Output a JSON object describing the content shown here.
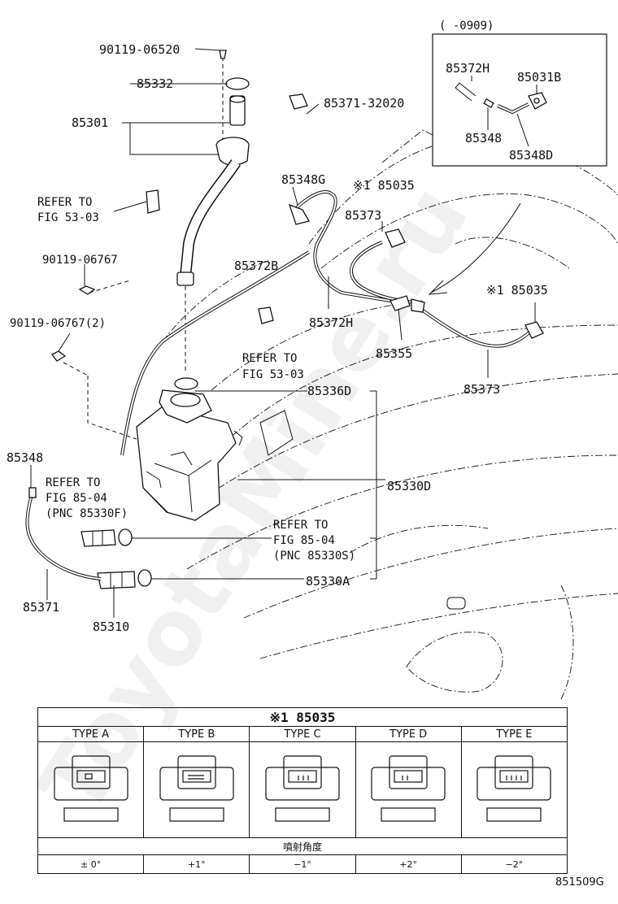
{
  "inset": {
    "date_range": "(      -0909)",
    "labels": [
      "85372H",
      "85031B",
      "85348",
      "85348D"
    ]
  },
  "callouts": {
    "screw_top": "90119-06520",
    "cap": "85332",
    "inlet": "85301",
    "clip": "85371-32020",
    "joint_g": "85348G",
    "nozzle_ref_1": "※1 85035",
    "hose_373_a": "85373",
    "hose_372b": "85372B",
    "hose_372h": "85372H",
    "valve_355": "85355",
    "nozzle_ref_2": "※1 85035",
    "hose_373_b": "85373",
    "grommet_d": "85336D",
    "tank": "85330D",
    "pump_a": "85330A",
    "check_348": "85348",
    "hose_371": "85371",
    "motor_310": "85310",
    "bolt_1": "90119-06767",
    "bolt_2": "90119-06767(2)"
  },
  "references": {
    "ref_53_top": [
      "REFER TO",
      "FIG 53-03"
    ],
    "ref_53_mid": [
      "REFER TO",
      "FIG 53-03"
    ],
    "ref_85_left": [
      "REFER TO",
      "FIG 85-04",
      "(PNC 85330F)"
    ],
    "ref_85_right": [
      "REFER TO",
      "FIG 85-04",
      "(PNC 85330S)"
    ]
  },
  "watermark": "ToyotaMine.ru",
  "table": {
    "title": "※1 85035",
    "types": [
      "TYPE A",
      "TYPE B",
      "TYPE C",
      "TYPE D",
      "TYPE E"
    ],
    "spray_label": "噴射角度",
    "angles": [
      "± 0°",
      "+1°",
      "−1°",
      "+2°",
      "−2°"
    ]
  },
  "figure_code": "851509G"
}
